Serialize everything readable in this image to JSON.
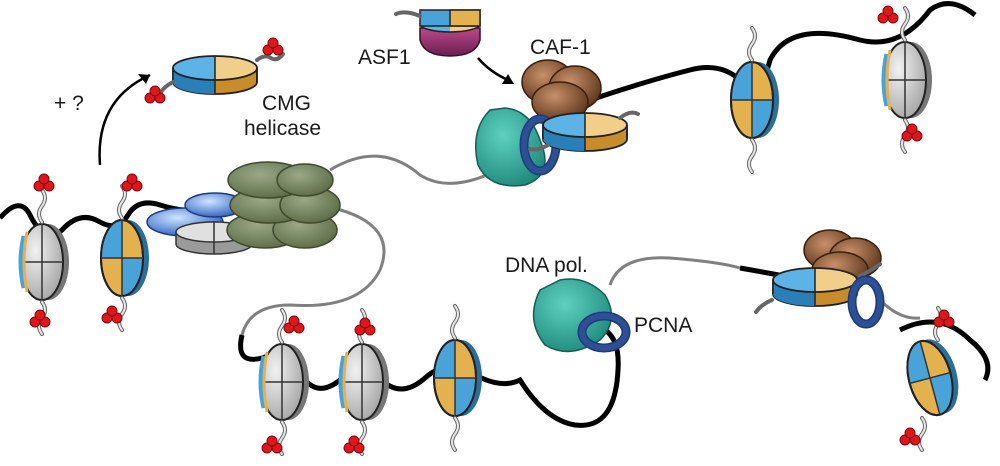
{
  "labels": {
    "plus_question": "+ ?",
    "cmg_line1": "CMG",
    "cmg_line2": "helicase",
    "asf1": "ASF1",
    "caf1": "CAF-1",
    "dna_pol": "DNA pol.",
    "pcna": "PCNA"
  },
  "colors": {
    "dna": "#000000",
    "new_dna": "#808080",
    "histone_old": "#c8c8c8",
    "histone_blue": "#4aa3d8",
    "histone_tan": "#e3b24f",
    "helicase": "#6e7f55",
    "polymerase": "#2fa89a",
    "pcna": "#2e4f93",
    "caf1": "#7a4a2a",
    "asf1": "#8e2a6a",
    "modification": "#e0161d"
  }
}
